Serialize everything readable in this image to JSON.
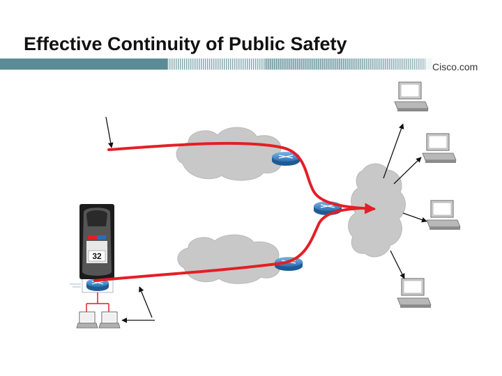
{
  "slide": {
    "title": "Effective Continuity of Public Safety",
    "brand": "Cisco.com"
  },
  "vehicle": {
    "unit_number": "32"
  },
  "colors": {
    "header_bar": "#5b8c95",
    "path": "#e41e26",
    "cloud": "#c8c8c8",
    "router": "#2b6fb3",
    "vehicle": "#1c1c1c"
  },
  "icons": [
    "cloud-icon",
    "router-icon",
    "workstation-icon",
    "laptop-icon",
    "police-car-icon"
  ]
}
